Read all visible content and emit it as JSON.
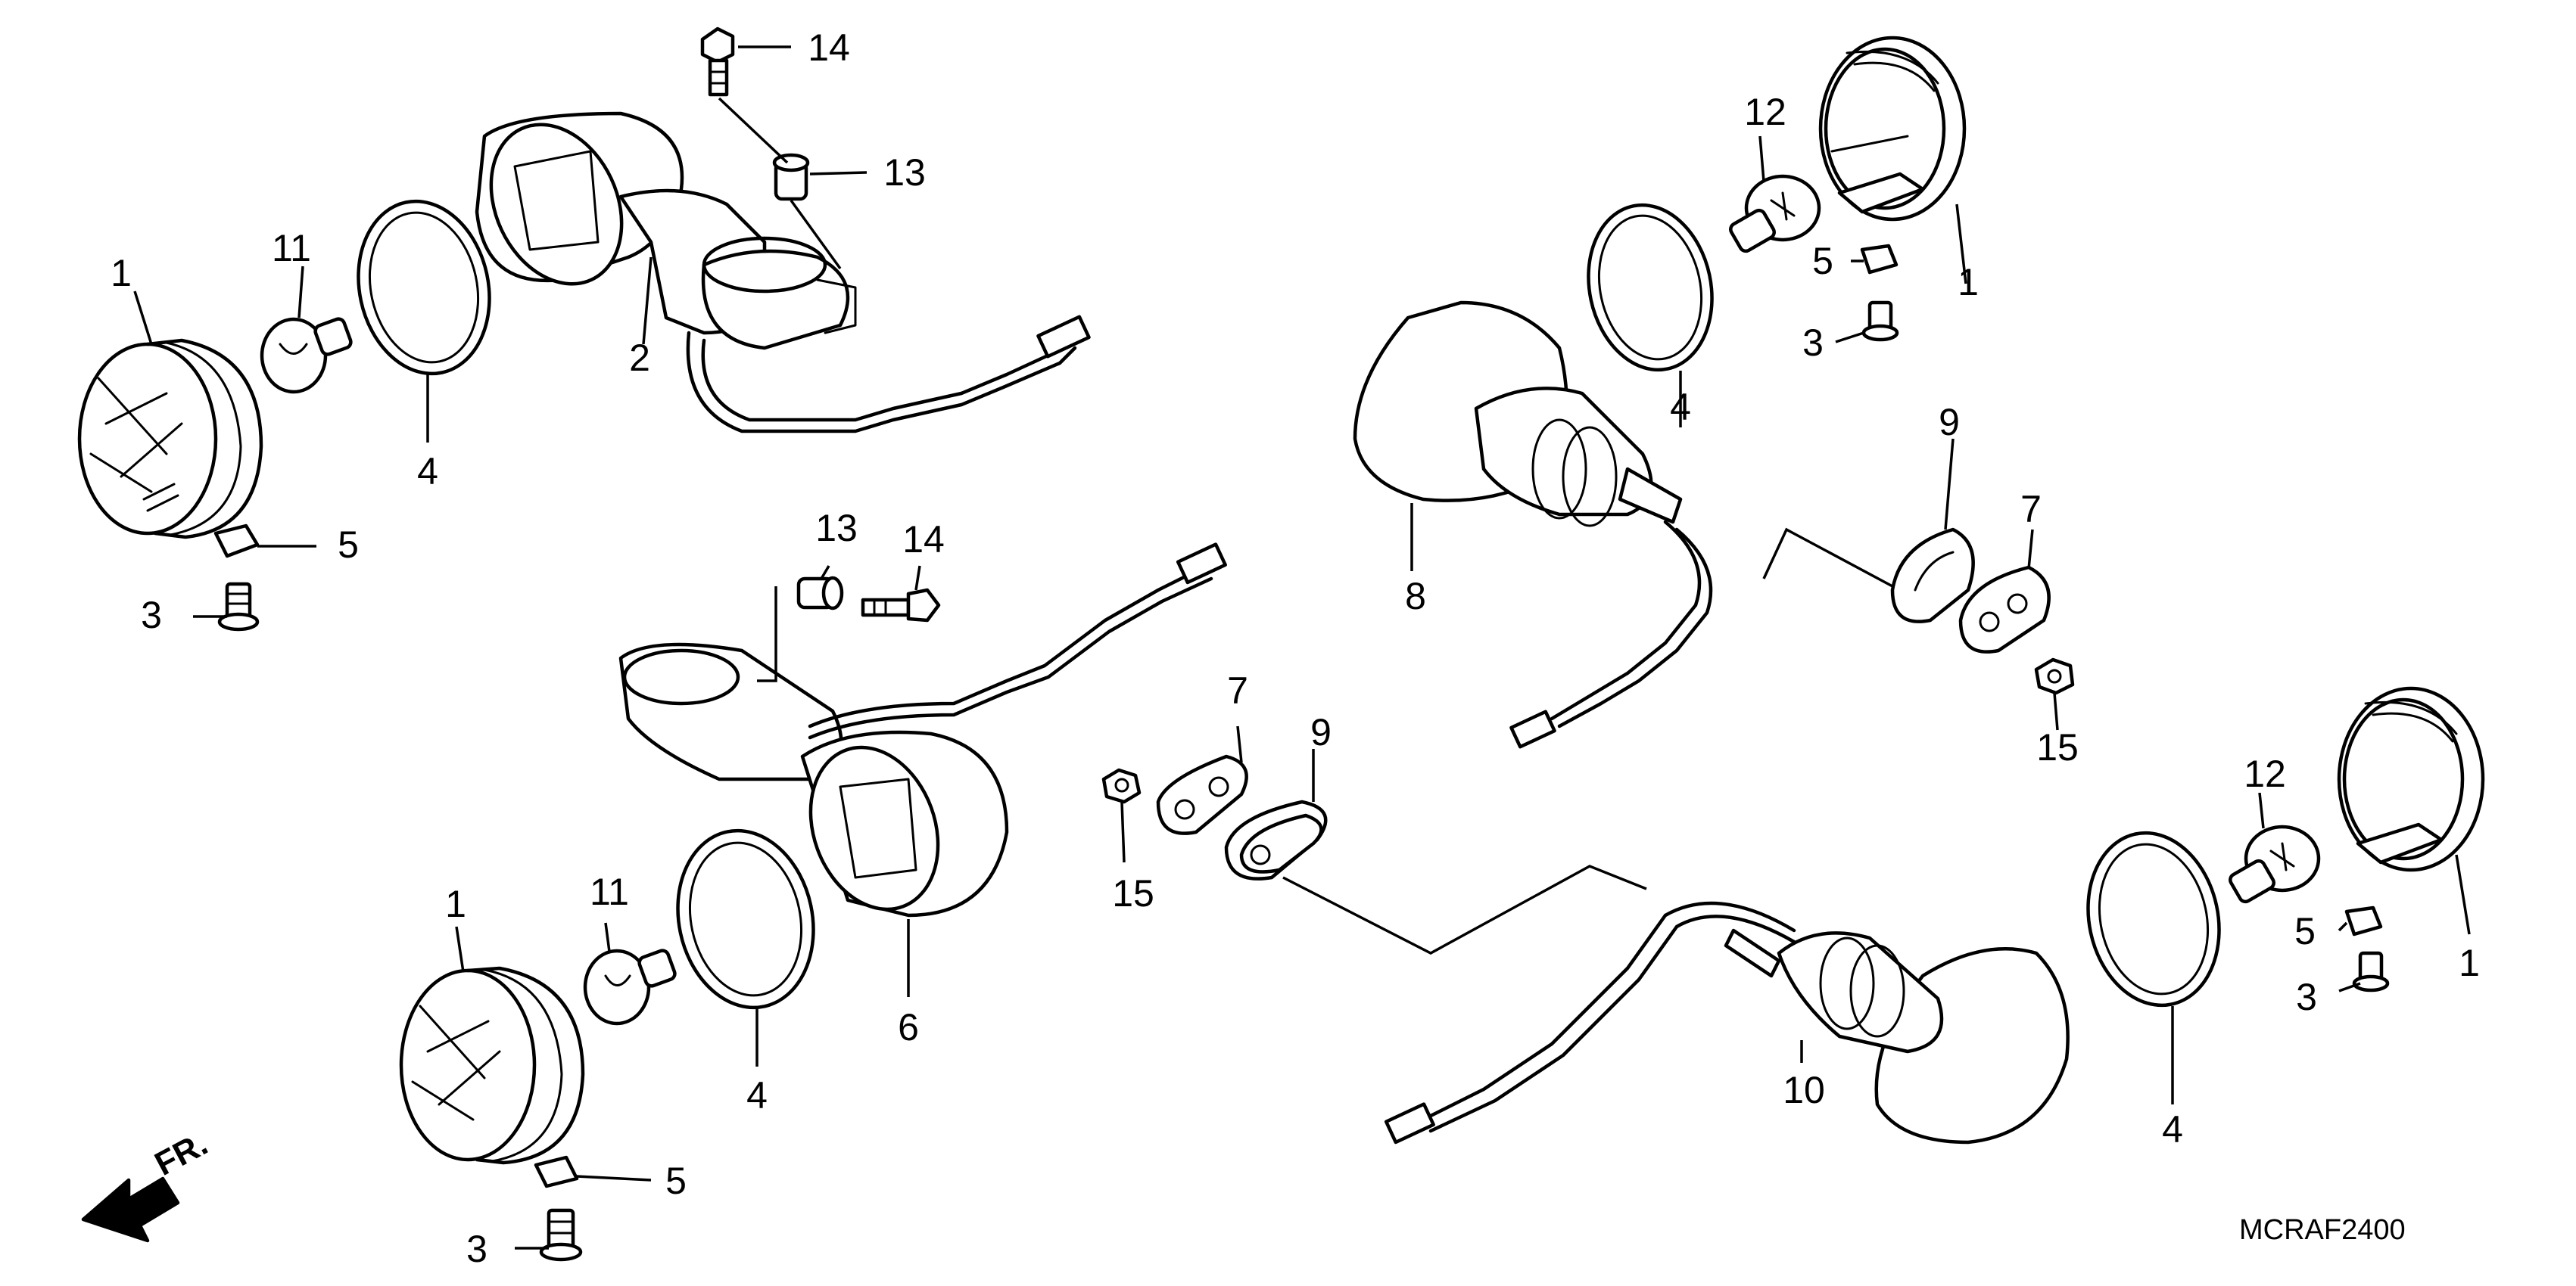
{
  "diagram": {
    "code": "MCRAF2400",
    "front_indicator": "FR.",
    "callouts": {
      "lens_left_upper": "1",
      "lens_left_lower": "1",
      "lens_right_upper": "1",
      "lens_right_lower": "1",
      "housing_left_upper": "2",
      "housing_left_lower": "6",
      "screw_left_upper": "3",
      "screw_left_lower": "3",
      "screw_right_upper": "3",
      "screw_right_lower": "3",
      "ring_left_upper": "4",
      "ring_left_lower": "4",
      "ring_right_upper": "4",
      "ring_right_lower": "4",
      "nut_left_upper": "5",
      "nut_left_lower": "5",
      "nut_right_upper": "5",
      "nut_right_lower": "5",
      "spacer_left": "7",
      "spacer_right": "7",
      "housing_right_upper": "8",
      "housing_right_lower": "10",
      "rubber_left": "9",
      "rubber_right": "9",
      "bulb_left_upper": "11",
      "bulb_left_lower": "11",
      "bulb_right_upper": "12",
      "bulb_right_lower": "12",
      "collar_upper": "13",
      "collar_lower": "13",
      "bolt_upper": "14",
      "bolt_lower": "14",
      "flange_nut_left": "15",
      "flange_nut_right": "15"
    }
  }
}
